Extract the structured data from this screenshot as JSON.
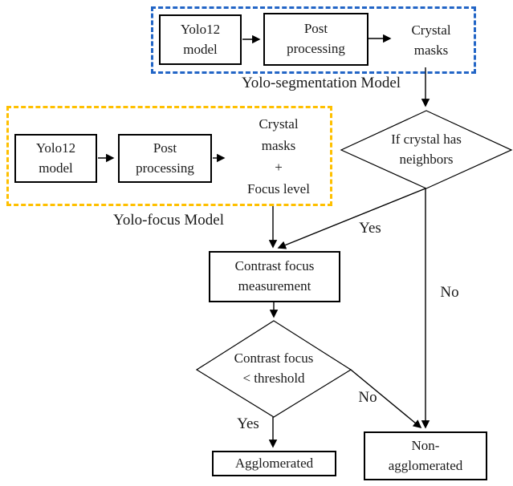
{
  "diagram": {
    "segmentation_group": {
      "label": "Yolo-segmentation Model",
      "border_color": "#2265C6",
      "nodes": {
        "yolo12": "Yolo12\nmodel",
        "post": "Post\nprocessing",
        "output": "Crystal\nmasks"
      }
    },
    "focus_group": {
      "label": "Yolo-focus Model",
      "border_color": "#FFC000",
      "nodes": {
        "yolo12": "Yolo12\nmodel",
        "post": "Post\nprocessing",
        "output": "Crystal\nmasks\n+\nFocus level"
      }
    },
    "decisions": {
      "neighbors": "If crystal has\nneighbors",
      "threshold": "Contrast focus\n< threshold"
    },
    "process": {
      "contrast": "Contrast focus\nmeasurement"
    },
    "results": {
      "agglomerated": "Agglomerated",
      "non_agglomerated": "Non-\nagglomerated"
    },
    "edge_labels": {
      "neighbors_yes": "Yes",
      "neighbors_no": "No",
      "threshold_yes": "Yes",
      "threshold_no": "No"
    },
    "line_color": "#000000"
  }
}
